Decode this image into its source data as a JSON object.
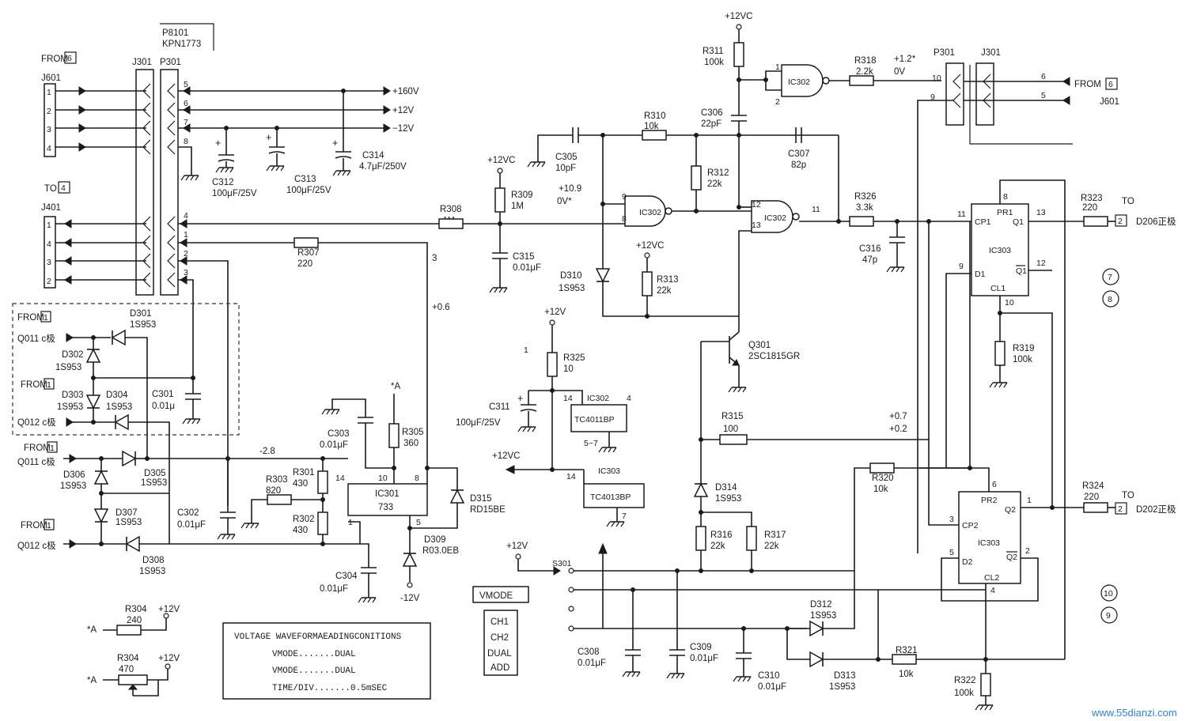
{
  "connectors": {
    "p8101": "P8101",
    "kpn": "KPN1773",
    "j301": "J301",
    "p301": "P301",
    "from6": "FROM",
    "from6_num": "6",
    "j601": "J601",
    "to4": "TO",
    "to4_num": "4",
    "j401": "J401",
    "j601_pins": [
      "1",
      "2",
      "3",
      "4"
    ],
    "j401_pins": [
      "1",
      "4",
      "3",
      "2"
    ],
    "p301_pins": [
      "5",
      "6",
      "7",
      "8",
      "4",
      "1",
      "2",
      "3"
    ],
    "rails": [
      "+160V",
      "+12V",
      "−12V"
    ],
    "r_p301": "P301",
    "r_j301": "J301",
    "r_pins": [
      "10",
      "9"
    ],
    "r_j_pins": [
      "6",
      "5"
    ],
    "r_from": "FROM",
    "r_from_num": "6",
    "r_j601": "J601"
  },
  "inputs": {
    "from": "FROM",
    "from_num": "1",
    "q011": "Q011 c极",
    "q012": "Q012 c极"
  },
  "components": {
    "c312": [
      "C312",
      "100μF/25V"
    ],
    "c313": [
      "C313",
      "100μF/25V"
    ],
    "c314": [
      "C314",
      "4.7μF/250V"
    ],
    "r307": [
      "R307",
      "220"
    ],
    "r308": [
      "R308",
      "1M"
    ],
    "r309": [
      "R309",
      "1M"
    ],
    "c315": [
      "C315",
      "0.01μF"
    ],
    "c305": [
      "C305",
      "10pF"
    ],
    "r310": [
      "R310",
      "10k"
    ],
    "c306": [
      "C306",
      "22pF"
    ],
    "r311": [
      "R311",
      "100k"
    ],
    "r312": [
      "R312",
      "22k"
    ],
    "c307": [
      "C307",
      "82p"
    ],
    "r318": [
      "R318",
      "2.2k"
    ],
    "r326": [
      "R326",
      "3.3k"
    ],
    "c316": [
      "C316",
      "47p"
    ],
    "r313": [
      "R313",
      "22k"
    ],
    "d310": [
      "D310",
      "1S953"
    ],
    "q301": [
      "Q301",
      "2SC1815GR"
    ],
    "r315": [
      "R315",
      "100"
    ],
    "d314": [
      "D314",
      "1S953"
    ],
    "r316": [
      "R316",
      "22k"
    ],
    "r317": [
      "R317",
      "22k"
    ],
    "r319": [
      "R319",
      "100k"
    ],
    "r320": [
      "R320",
      "10k"
    ],
    "r321": [
      "R321",
      "10k"
    ],
    "r322": [
      "R322",
      "100k"
    ],
    "r323": [
      "R323",
      "220"
    ],
    "r324": [
      "R324",
      "220"
    ],
    "d301": [
      "D301",
      "1S953"
    ],
    "d302": [
      "D302",
      "1S953"
    ],
    "d303": [
      "D303",
      "1S953"
    ],
    "d304": [
      "D304",
      "1S953"
    ],
    "d305": [
      "D305",
      "1S953"
    ],
    "d306": [
      "D306",
      "1S953"
    ],
    "d307": [
      "D307",
      "1S953"
    ],
    "d308": [
      "D308",
      "1S953"
    ],
    "c301": [
      "C301",
      "0.01μ"
    ],
    "c302": [
      "C302",
      "0.01μF"
    ],
    "c303": [
      "C303",
      "0.01μF"
    ],
    "c304": [
      "C304",
      "0.01μF"
    ],
    "r301": [
      "R301",
      "430"
    ],
    "r302": [
      "R302",
      "430"
    ],
    "r303": [
      "R303",
      "820"
    ],
    "r305": [
      "R305",
      "360"
    ],
    "d315": [
      "D315",
      "RD15BE"
    ],
    "d309": [
      "D309",
      "R03.0EB"
    ],
    "r325": [
      "R325",
      "10"
    ],
    "c311": [
      "C311",
      "100μF/25V"
    ],
    "c308": [
      "C308",
      "0.01μF"
    ],
    "c309": [
      "C309",
      "0.01μF"
    ],
    "c310": [
      "C310",
      "0.01μF"
    ],
    "d312": [
      "D312",
      "1S953"
    ],
    "d313": [
      "D313",
      "1S953"
    ],
    "r304a": [
      "R304",
      "240"
    ],
    "r304b": [
      "R304",
      "470"
    ]
  },
  "ics": {
    "ic302": "IC302",
    "ic301": "IC301",
    "ic301_type": "733",
    "ic302_type": "TC4011BP",
    "ic302_pins": "5~7",
    "ic303": "IC303",
    "ic303_type": "TC4013BP",
    "ff1": {
      "pr": "PR1",
      "cp": "CP1",
      "q": "Q1",
      "qb": "Q1",
      "d": "D1",
      "cl": "CL1"
    },
    "ff2": {
      "pr": "PR2",
      "cp": "CP2",
      "q": "Q2",
      "qb": "Q2",
      "d": "D2",
      "cl": "CL2"
    }
  },
  "voltages": {
    "v12vc": "+12VC",
    "v12v": "+12V",
    "vm12v": "-12V",
    "v109": "+10.9",
    "v0star": "0V*",
    "v12star": "+1.2*",
    "v0v": "0V",
    "v06": "+0.6",
    "v3": "3",
    "vm28": "-2.8",
    "v07": "+0.7",
    "v02": "+0.2",
    "star_a": "*A"
  },
  "outputs": {
    "to": "TO",
    "to_num": "2",
    "d206": "D206正极",
    "d202": "D202正极"
  },
  "markers": [
    "7",
    "8",
    "10",
    "9"
  ],
  "switch": {
    "s301": "S301",
    "title": "VMODE",
    "modes": [
      "CH1",
      "CH2",
      "DUAL",
      "ADD"
    ]
  },
  "conditions": {
    "title": "VOLTAGE WAVEFORMAEADINGCONITIONS",
    "lines": [
      "VMODE.......DUAL",
      "VMODE.......DUAL",
      "TIME/DIV.......0.5mSEC"
    ]
  },
  "pins": {
    "n1": "1",
    "n2": "2",
    "n3": "3",
    "n4": "4",
    "n5": "5",
    "n6": "6",
    "n7": "7",
    "n8": "8",
    "n9": "9",
    "n10": "10",
    "n11": "11",
    "n12": "12",
    "n13": "13",
    "n14": "14"
  },
  "watermark": "www.55dianzi.com"
}
